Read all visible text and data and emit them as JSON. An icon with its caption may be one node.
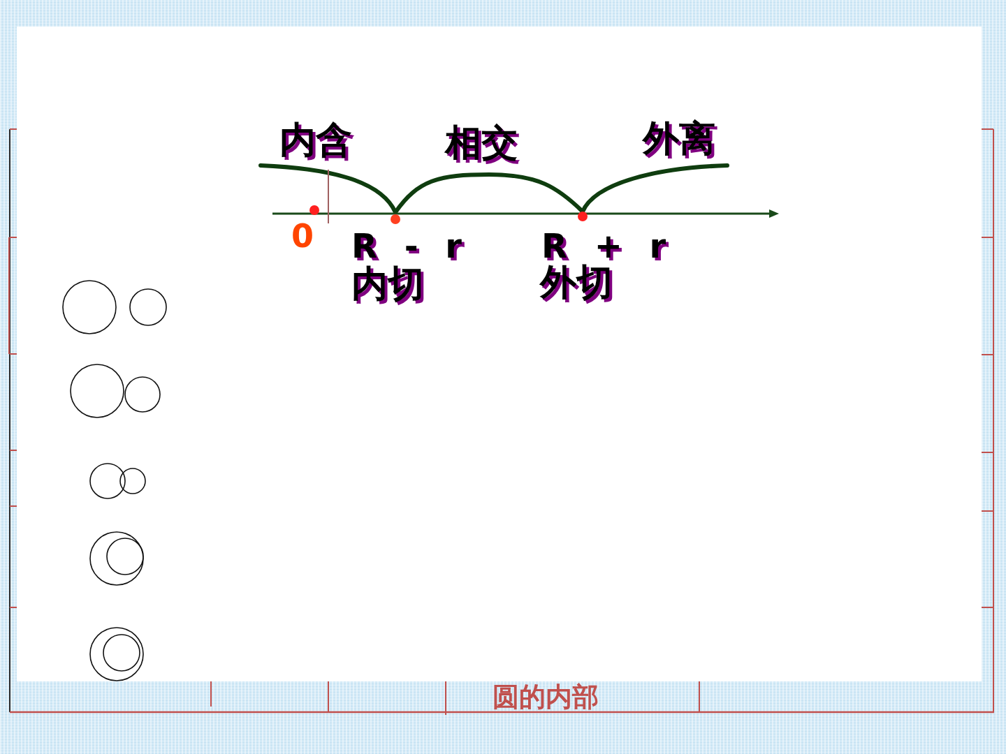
{
  "diagram": {
    "labels": [
      "内含",
      "相交",
      "外离",
      "0",
      "R - r",
      "R + r",
      "内切",
      "外切",
      "圆的内部"
    ]
  }
}
